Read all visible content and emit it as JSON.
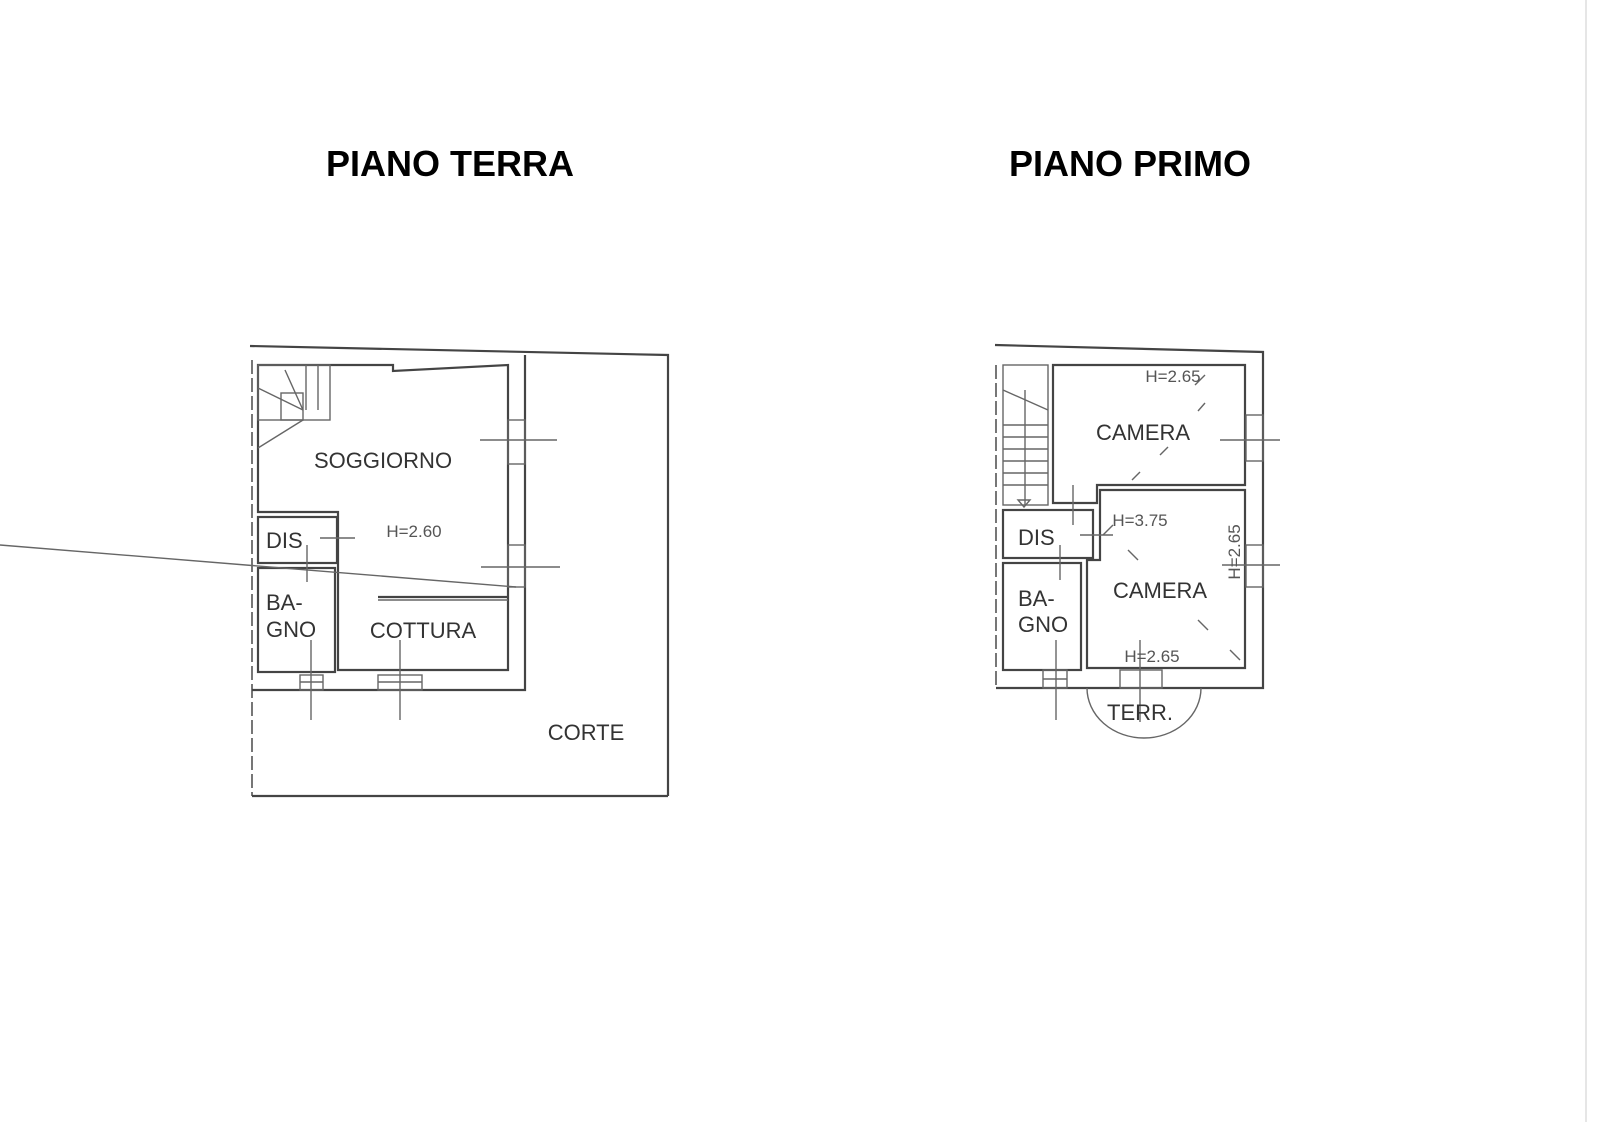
{
  "titles": {
    "ground_floor": "PIANO TERRA",
    "first_floor": "PIANO PRIMO"
  },
  "ground_floor": {
    "rooms": {
      "living": "SOGGIORNO",
      "height": "H=2.60",
      "hall": "DIS",
      "bath_1": "BA-",
      "bath_2": "GNO",
      "kitchen": "COTTURA",
      "courtyard": "CORTE"
    }
  },
  "first_floor": {
    "rooms": {
      "bedroom_top": "CAMERA",
      "bedroom_top_height": "H=2.65",
      "hall_height": "H=3.75",
      "hall": "DIS",
      "bedroom_bottom": "CAMERA",
      "bedroom_bottom_height_side": "H=2.65",
      "bedroom_bottom_height": "H=2.65",
      "bath_1": "BA-",
      "bath_2": "GNO",
      "terrace": "TERR."
    }
  }
}
